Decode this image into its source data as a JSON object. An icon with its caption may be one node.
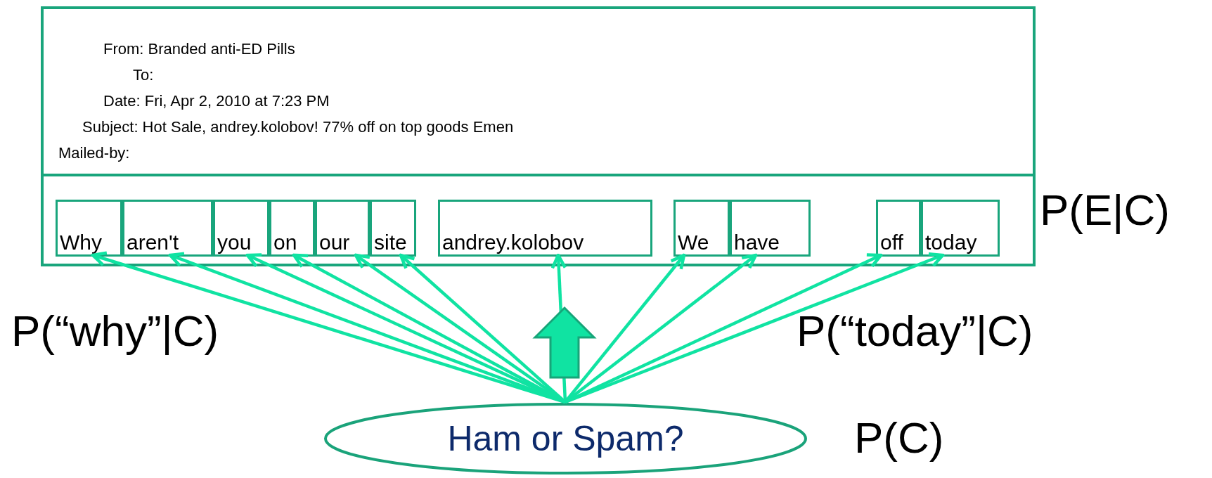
{
  "diagram": {
    "nodes": [
      {
        "text": [
          "From: Branded anti-ED Pills",
          "To:",
          "Date: Fri, Apr 2, 2010 at 7:23 PM",
          "Subject: Hot Sale, andrey.kolobov! 77% off on top goods Emen",
          "Mailed-by:"
        ]
      },
      {
        "text": [
          "Why"
        ],
        "in": 0
      },
      {
        "text": [
          "aren't"
        ],
        "in": 0
      },
      {
        "text": [
          "you"
        ],
        "in": 0
      },
      {
        "text": [
          "on"
        ],
        "in": 0
      },
      {
        "text": [
          "our"
        ],
        "in": 0
      },
      {
        "text": [
          "site"
        ],
        "in": 0
      },
      {
        "text": [
          "andrey.kolobov"
        ],
        "in": 0
      },
      {
        "text": [
          "We"
        ],
        "in": 0
      },
      {
        "text": [
          "have"
        ],
        "in": 0
      },
      {
        "text": [
          "off"
        ],
        "in": 0
      },
      {
        "text": [
          "today"
        ],
        "in": 0
      },
      {
        "text": [
          "Ham or Spam?"
        ]
      }
    ],
    "edges": [
      {
        "from": 12,
        "to": 1,
        "arrow": "to"
      },
      {
        "from": 12,
        "to": 2,
        "arrow": "to"
      },
      {
        "from": 12,
        "to": 3,
        "arrow": "to"
      },
      {
        "from": 12,
        "to": 4,
        "arrow": "to"
      },
      {
        "from": 12,
        "to": 5,
        "arrow": "to"
      },
      {
        "from": 12,
        "to": 6,
        "arrow": "to"
      },
      {
        "from": 12,
        "to": 7,
        "arrow": "to"
      },
      {
        "from": 12,
        "to": 8,
        "arrow": "to"
      },
      {
        "from": 12,
        "to": 9,
        "arrow": "to"
      },
      {
        "from": 12,
        "to": 10,
        "arrow": "to"
      },
      {
        "from": 12,
        "to": 11,
        "arrow": "to"
      }
    ],
    "labels": [
      "P(E|C)",
      "P(“why”|C)",
      "P(“today”|C)",
      "P(C)"
    ]
  }
}
